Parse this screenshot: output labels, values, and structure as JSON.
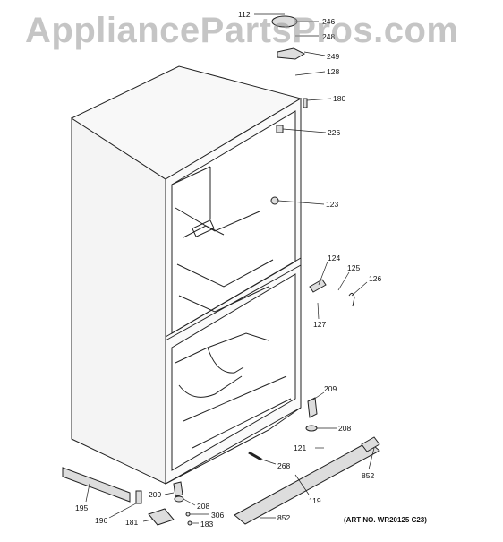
{
  "watermark": "AppliancePartsPros.com",
  "art_number": "(ART NO. WR20125 C23)",
  "callouts": [
    "112",
    "246",
    "248",
    "249",
    "128",
    "180",
    "226",
    "123",
    "124",
    "125",
    "126",
    "127",
    "209",
    "208",
    "121",
    "852",
    "268",
    "119",
    "195",
    "196",
    "181",
    "209",
    "208",
    "306",
    "183",
    "852"
  ]
}
